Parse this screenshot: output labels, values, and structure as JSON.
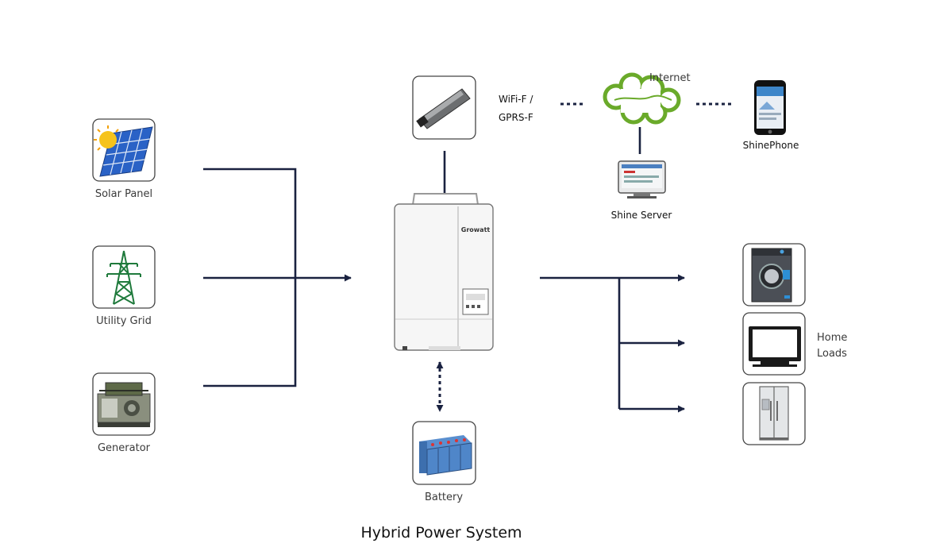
{
  "caption": "Hybrid Power System",
  "sources": {
    "solar": "Solar Panel",
    "grid": "Utility Grid",
    "generator": "Generator"
  },
  "battery": "Battery",
  "inverter": {
    "brand": "Growatt"
  },
  "comms": {
    "module_line1": "WiFi-F /",
    "module_line2": "GPRS-F",
    "internet": "Internet",
    "server": "Shine Server",
    "phone": "ShinePhone"
  },
  "loads": {
    "line1": "Home",
    "line2": "Loads"
  },
  "colors": {
    "wire": "#1a2240",
    "cloud": "#6aaa2a",
    "box_border": "#444444"
  }
}
